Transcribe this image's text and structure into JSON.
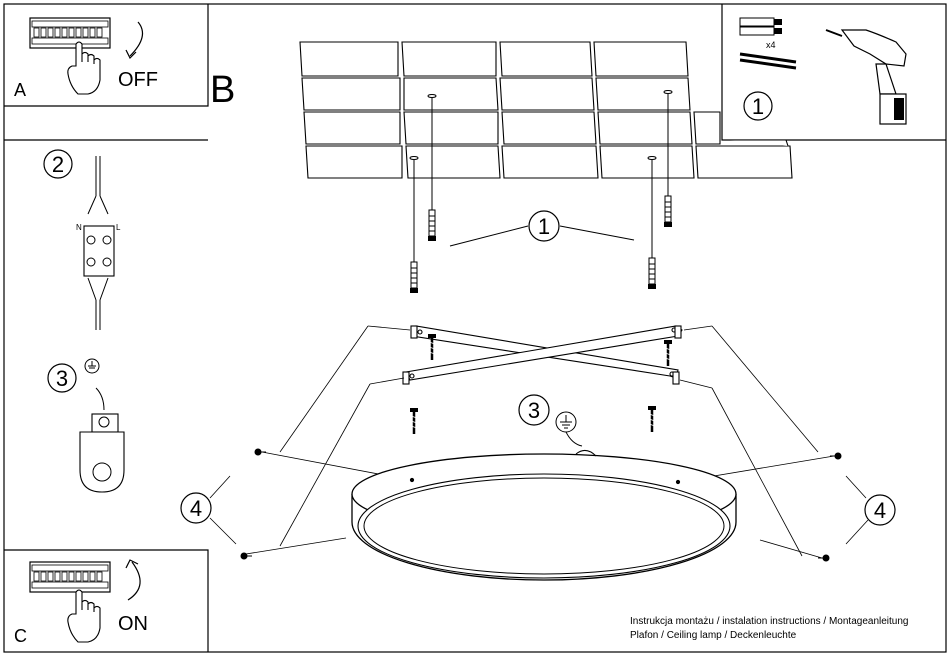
{
  "panels": {
    "a": {
      "letter": "A",
      "state": "OFF"
    },
    "b": {
      "letter": "B"
    },
    "c": {
      "letter": "C",
      "state": "ON"
    }
  },
  "steps": {
    "drill": {
      "number": "1",
      "quantity": "x4"
    },
    "wiring": {
      "number": "2",
      "terminal_left": "N",
      "terminal_right": "L"
    },
    "earth": {
      "number": "3"
    },
    "main_anchor": {
      "number": "1"
    },
    "main_earth": {
      "number": "3"
    },
    "screw_left": {
      "number": "4"
    },
    "screw_right": {
      "number": "4"
    }
  },
  "caption": {
    "line1": "Instrukcja montażu / instalation instructions / Montageanleitung",
    "line2": "Plafon / Ceiling lamp / Deckenleuchte"
  }
}
